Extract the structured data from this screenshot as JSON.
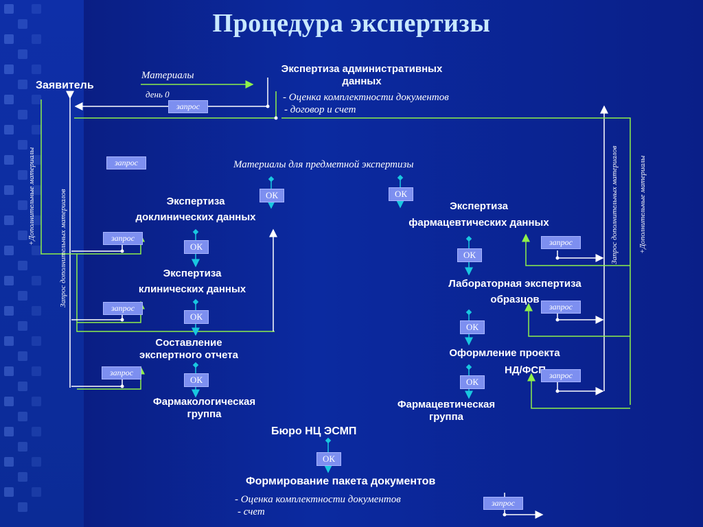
{
  "title": "Процедура экспертизы",
  "applicant": "Заявитель",
  "materials": "Материалы",
  "day0": "день 0",
  "admin_exp": {
    "line1": "Экспертиза административных",
    "line2": "данных",
    "bullet1": "- Оценка комплектности документов",
    "bullet2": "- договор и счет"
  },
  "subject_materials": "Материалы для предметной экспертизы",
  "preclinical": {
    "line1": "Экспертиза",
    "line2": "доклинических данных"
  },
  "clinical": {
    "line1": "Экспертиза",
    "line2": "клинических данных"
  },
  "report": {
    "line1": "Составление",
    "line2": "экспертного отчета"
  },
  "pharmacol_group": {
    "line1": "Фармакологическая",
    "line2": "группа"
  },
  "pharm_exp": {
    "line1": "Экспертиза",
    "line2": "фармацевтических данных"
  },
  "lab_exp": {
    "line1": "Лабораторная экспертиза",
    "line2": "образцов"
  },
  "nd_project": {
    "line1": "Оформление проекта",
    "line2": "НД/ФСП"
  },
  "pharm_group": {
    "line1": "Фармацевтическая",
    "line2": "группа"
  },
  "bureau": "Бюро НЦ ЭСМП",
  "package": {
    "title": "Формирование пакета документов",
    "bullet1": "- Оценка комплектности документов",
    "bullet2": "- счет"
  },
  "request_label": "запрос",
  "ok_label": "ОК",
  "vertical": {
    "add_materials": "+Дополнительные материалы",
    "request_add": "Запрос дополнительных материалов"
  },
  "colors": {
    "background": "#0b2aa0",
    "title": "#c8e8ff",
    "arrow_white": "#ffffff",
    "arrow_green": "#8ff04a",
    "connector_cyan": "#19c7e0",
    "box_fill": "#7d8ff0"
  }
}
